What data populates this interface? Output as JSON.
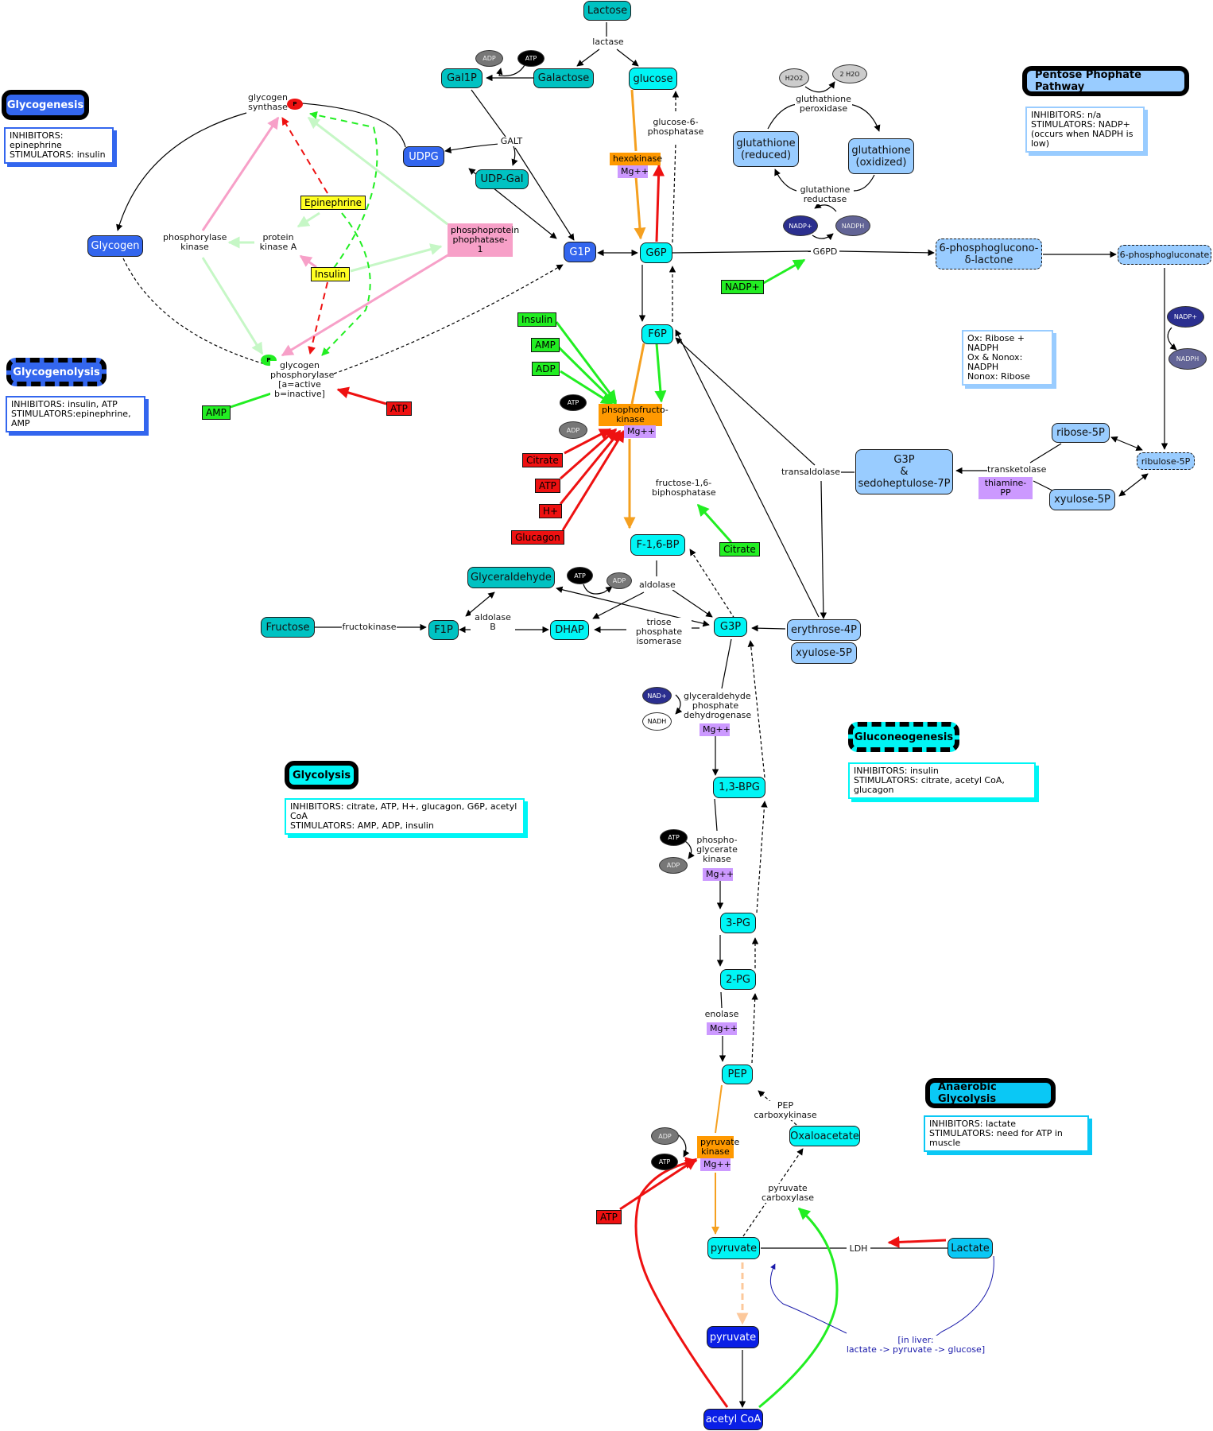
{
  "titles": {
    "glycogenesis": {
      "label": "Glycogenesis",
      "info": "INHIBITORS: epinephrine\nSTIMULATORS: insulin"
    },
    "glycogenolysis": {
      "label": "Glycogenolysis",
      "info": "INHIBITORS: insulin, ATP\nSTIMULATORS:epinephrine, AMP"
    },
    "pentose": {
      "label": "Pentose Phophate Pathway",
      "info": "INHIBITORS: n/a\nSTIMULATORS: NADP+\n(occurs when NADPH is low)"
    },
    "pentose_note": "Ox: Ribose + NADPH\nOx & Nonox: NADPH\nNonox: Ribose",
    "glycolysis": {
      "label": "Glycolysis",
      "info": "INHIBITORS: citrate, ATP, H+, glucagon, G6P, acetyl CoA\nSTIMULATORS: AMP, ADP, insulin"
    },
    "gluconeogenesis": {
      "label": "Gluconeogenesis",
      "info": "INHIBITORS: insulin\nSTIMULATORS: citrate, acetyl CoA, glucagon"
    },
    "anaerobic": {
      "label": "Anaerobic Glycolysis",
      "info": "INHIBITORS: lactate\nSTIMULATORS: need for ATP in muscle"
    }
  },
  "nodes": {
    "lactose": "Lactose",
    "galactose": "Galactose",
    "gal1p": "Gal1P",
    "glucose": "glucose",
    "udpg": "UDPG",
    "udpgal": "UDP-Gal",
    "glycogen": "Glycogen",
    "g1p": "G1P",
    "g6p": "G6P",
    "f6p": "F6P",
    "f16bp": "F-1,6-BP",
    "glyceraldehyde": "Glyceraldehyde",
    "fructose": "Fructose",
    "f1p": "F1P",
    "dhap": "DHAP",
    "g3p": "G3P",
    "bpg13": "1,3-BPG",
    "pg3": "3-PG",
    "pg2": "2-PG",
    "pep": "PEP",
    "oxaloacetate": "Oxaloacetate",
    "pyruvate": "pyruvate",
    "pyruvate2": "pyruvate",
    "acetylcoa": "acetyl CoA",
    "lactate": "Lactate",
    "glut_red": "glutathione\n(reduced)",
    "glut_ox": "glutathione\n(oxidized)",
    "pgl": "6-phosphoglucono-\nδ-lactone",
    "pgluconate": "6-phosphogluconate",
    "ribulose5p": "ribulose-5P",
    "ribose5p": "ribose-5P",
    "xylulose5p": "xyulose-5P",
    "g3p_s7p": "G3P\n&\nsedoheptulose-7P",
    "erythrose4p": "erythrose-4P",
    "xylulose5p_b": "xyulose-5P"
  },
  "labels": {
    "lactase": "lactase",
    "galt": "GALT",
    "g6pase": "glucose-6-\nphosphatase",
    "glycogen_synthase": "glycogen\nsynthase",
    "phosphorylase_kinase": "phosphorylase\nkinase",
    "pka": "protein\nkinase A",
    "glycogen_phosphorylase": "glycogen\nphosphorylase\n[a=active\nb=inactive]",
    "g6pd": "G6PD",
    "gpx": "gluthathione\nperoxidase",
    "gr": "glutathione\nreductase",
    "f16bpase": "fructose-1,6-\nbiphosphatase",
    "aldolase": "aldolase",
    "aldolase_b": "aldolase B",
    "fructokinase": "fructokinase",
    "tpi": "triose phosphate\nisomerase",
    "gapdh": "glyceraldehyde\nphosphate\ndehydrogenase",
    "pgk": "phospho-\nglycerate\nkinase",
    "enolase": "enolase",
    "pepck": "PEP carboxykinase",
    "pc": "pyruvate\ncarboxylase",
    "ldh": "LDH",
    "transaldolase": "transaldolase",
    "transketolase": "transketolase",
    "cori": "[in liver:\nlactate -> pyruvate -> glucose]"
  },
  "enzymes": {
    "hexokinase": "hexokinase",
    "pfk": "phsophofructo-\nkinase",
    "pyruvate_kinase": "pyruvate\nkinase",
    "mg": "Mg++",
    "thiamine": "thiamine-PP",
    "pp1": "phosphoprotein\nphophatase-1"
  },
  "regulators": {
    "epinephrine": "Epinephrine",
    "insulin_y": "Insulin",
    "amp_gp": "AMP",
    "atp_gp": "ATP",
    "nadp_g6pd": "NADP+",
    "insulin_pfk": "Insulin",
    "amp_pfk": "AMP",
    "adp_pfk": "ADP",
    "citrate_pfk": "Citrate",
    "atp_pfk": "ATP",
    "h_pfk": "H+",
    "glucagon_pfk": "Glucagon",
    "citrate_fbp": "Citrate",
    "atp_pk": "ATP"
  },
  "cofactors": {
    "atp": "ATP",
    "adp": "ADP",
    "nadp": "NADP+",
    "nadph": "NADPH",
    "nad": "NAD+",
    "nadh": "NADH",
    "h2o2": "H2O2",
    "h2o": "2 H2O",
    "p": "P"
  },
  "colors": {
    "activation": "#22ee22",
    "inhibition": "#ee1111",
    "glycolysis_flow": "#f5a020",
    "cori": "#1a1aaa",
    "light_green": "#c6f7c6",
    "pink": "#f7a0c8"
  }
}
